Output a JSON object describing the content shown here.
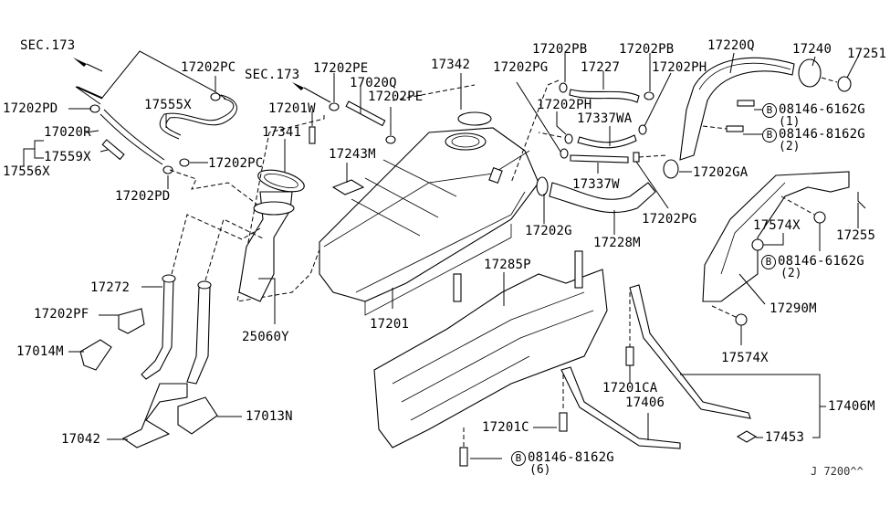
{
  "diagram": {
    "title": "Fuel Tank Assembly",
    "figure_code": "J 7200^^",
    "accent_color": "#000000",
    "background_color": "#ffffff"
  },
  "labels": {
    "sec173_left": "SEC.173",
    "sec173_mid": "SEC.173",
    "p17202PC_top": "17202PC",
    "p17202PC_mid": "17202PC",
    "p17202PD_left": "17202PD",
    "p17202PD_bottom": "17202PD",
    "p17555X": "17555X",
    "p17020R": "17020R",
    "p17559X": "17559X",
    "p17556X": "17556X",
    "p17202PE_top": "17202PE",
    "p17202PE_mid": "17202PE",
    "p17020Q": "17020Q",
    "p17201W": "17201W",
    "p17341": "17341",
    "p17243M": "17243M",
    "p17342": "17342",
    "p17202PG_top": "17202PG",
    "p17202PG_bottom": "17202PG",
    "p17202PB_left": "17202PB",
    "p17202PB_right": "17202PB",
    "p17227": "17227",
    "p17202PH_left": "17202PH",
    "p17202PH_right": "17202PH",
    "p17337WA": "17337WA",
    "p17337W": "17337W",
    "p17220Q": "17220Q",
    "p17240": "17240",
    "p17251": "17251",
    "bolt_6162G_top": "08146-6162G",
    "bolt_6162G_top_qty": "(1)",
    "bolt_8162G_top": "08146-8162G",
    "bolt_8162G_top_qty": "(2)",
    "p17202GA": "17202GA",
    "p17202G": "17202G",
    "p17228M": "17228M",
    "p17255": "17255",
    "p17574X_top": "17574X",
    "bolt_6162G_mid": "08146-6162G",
    "bolt_6162G_mid_qty": "(2)",
    "p17290M": "17290M",
    "p17574X_bottom": "17574X",
    "p17272": "17272",
    "p17202PF": "17202PF",
    "p17014M": "17014M",
    "p25060Y": "25060Y",
    "p17201": "17201",
    "p17285P": "17285P",
    "p17042": "17042",
    "p17013N": "17013N",
    "p17201CA": "17201CA",
    "p17406": "17406",
    "p17406M": "17406M",
    "p17453": "17453",
    "p17201C": "17201C",
    "bolt_8162G_bottom": "08146-8162G",
    "bolt_8162G_bottom_qty": "(6)",
    "bolt_marker": "B"
  }
}
